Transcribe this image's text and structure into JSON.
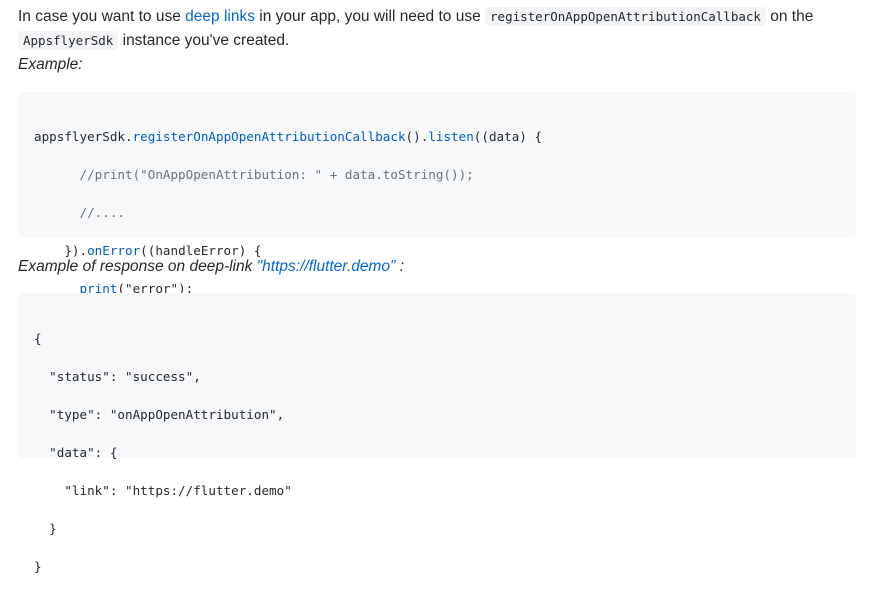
{
  "intro": {
    "text_before_link": "In case you want to use ",
    "link_text": "deep links",
    "text_after_link": " in your app, you will need to use ",
    "method_code": "registerOnAppOpenAttributionCallback",
    "text_on_the": " on the",
    "sdk_code": "AppsflyerSdk",
    "text_instance": " instance you've created.",
    "example_label": "Example:"
  },
  "code_example": {
    "line1": {
      "obj": "appsflyerSdk.",
      "method": "registerOnAppOpenAttributionCallback",
      "mid": "().",
      "listen": "listen",
      "rest": "((data) {"
    },
    "line2": "      //print(\"OnAppOpenAttribution: \" + data.toString());",
    "line3": "      //....",
    "line4": {
      "pre": "    }).",
      "fn": "onError",
      "rest": "((handleError) {"
    },
    "line5": {
      "pre": "      ",
      "fn": "print",
      "rest": "(\"error\");"
    },
    "line6": "    });"
  },
  "response": {
    "label_before": "Example of response on deep-link ",
    "link_text": "\"https://flutter.demo\"",
    "label_after": " :"
  },
  "json_example": {
    "lines": [
      "{",
      "  \"status\": \"success\",",
      "  \"type\": \"onAppOpenAttribution\",",
      "  \"data\": {",
      "    \"link\": \"https://flutter.demo\"",
      "  }",
      "}"
    ]
  },
  "colors": {
    "link": "#0366d6",
    "code_background": "#f6f8fa",
    "inline_code_background": "#f3f4f5",
    "code_function": "#005cc5",
    "code_comment": "#6a737d"
  }
}
